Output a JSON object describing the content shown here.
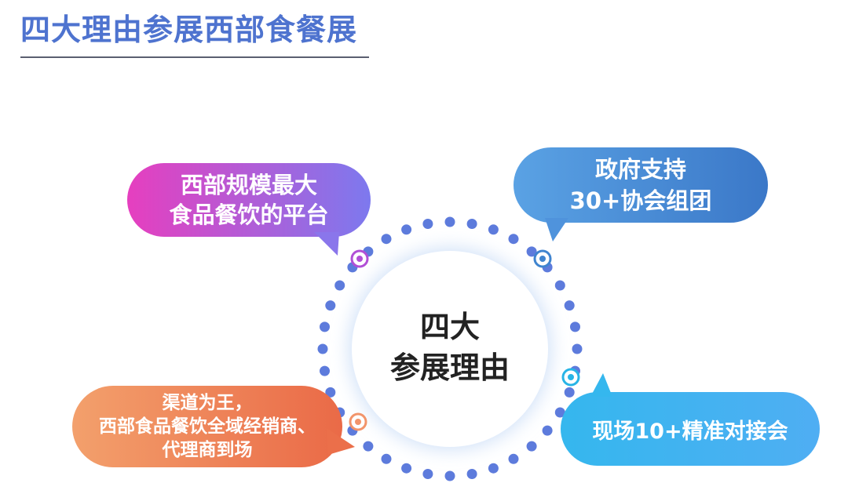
{
  "title": "四大理由参展西部食餐展",
  "center": {
    "line1": "四大",
    "line2": "参展理由"
  },
  "bubbles": [
    {
      "line1": "西部规模最大",
      "line2": "食品餐饮的平台"
    },
    {
      "line1": "政府支持",
      "line2": "30+协会组团"
    },
    {
      "line1": "渠道为王，",
      "line2": "西部食品餐饮全域经销商、",
      "line3": "代理商到场"
    },
    {
      "line1": "现场10+精准对接会"
    }
  ],
  "colors": {
    "title": "#4e73cf",
    "dots": "#5d7bdc",
    "bubble1": [
      "#e63fbf",
      "#7d79ee"
    ],
    "bubble2": [
      "#5aa2e4",
      "#3b78c8"
    ],
    "bubble3": [
      "#f3a06c",
      "#ea6a47"
    ],
    "bubble4": [
      "#35b7ee",
      "#4faef3"
    ]
  }
}
